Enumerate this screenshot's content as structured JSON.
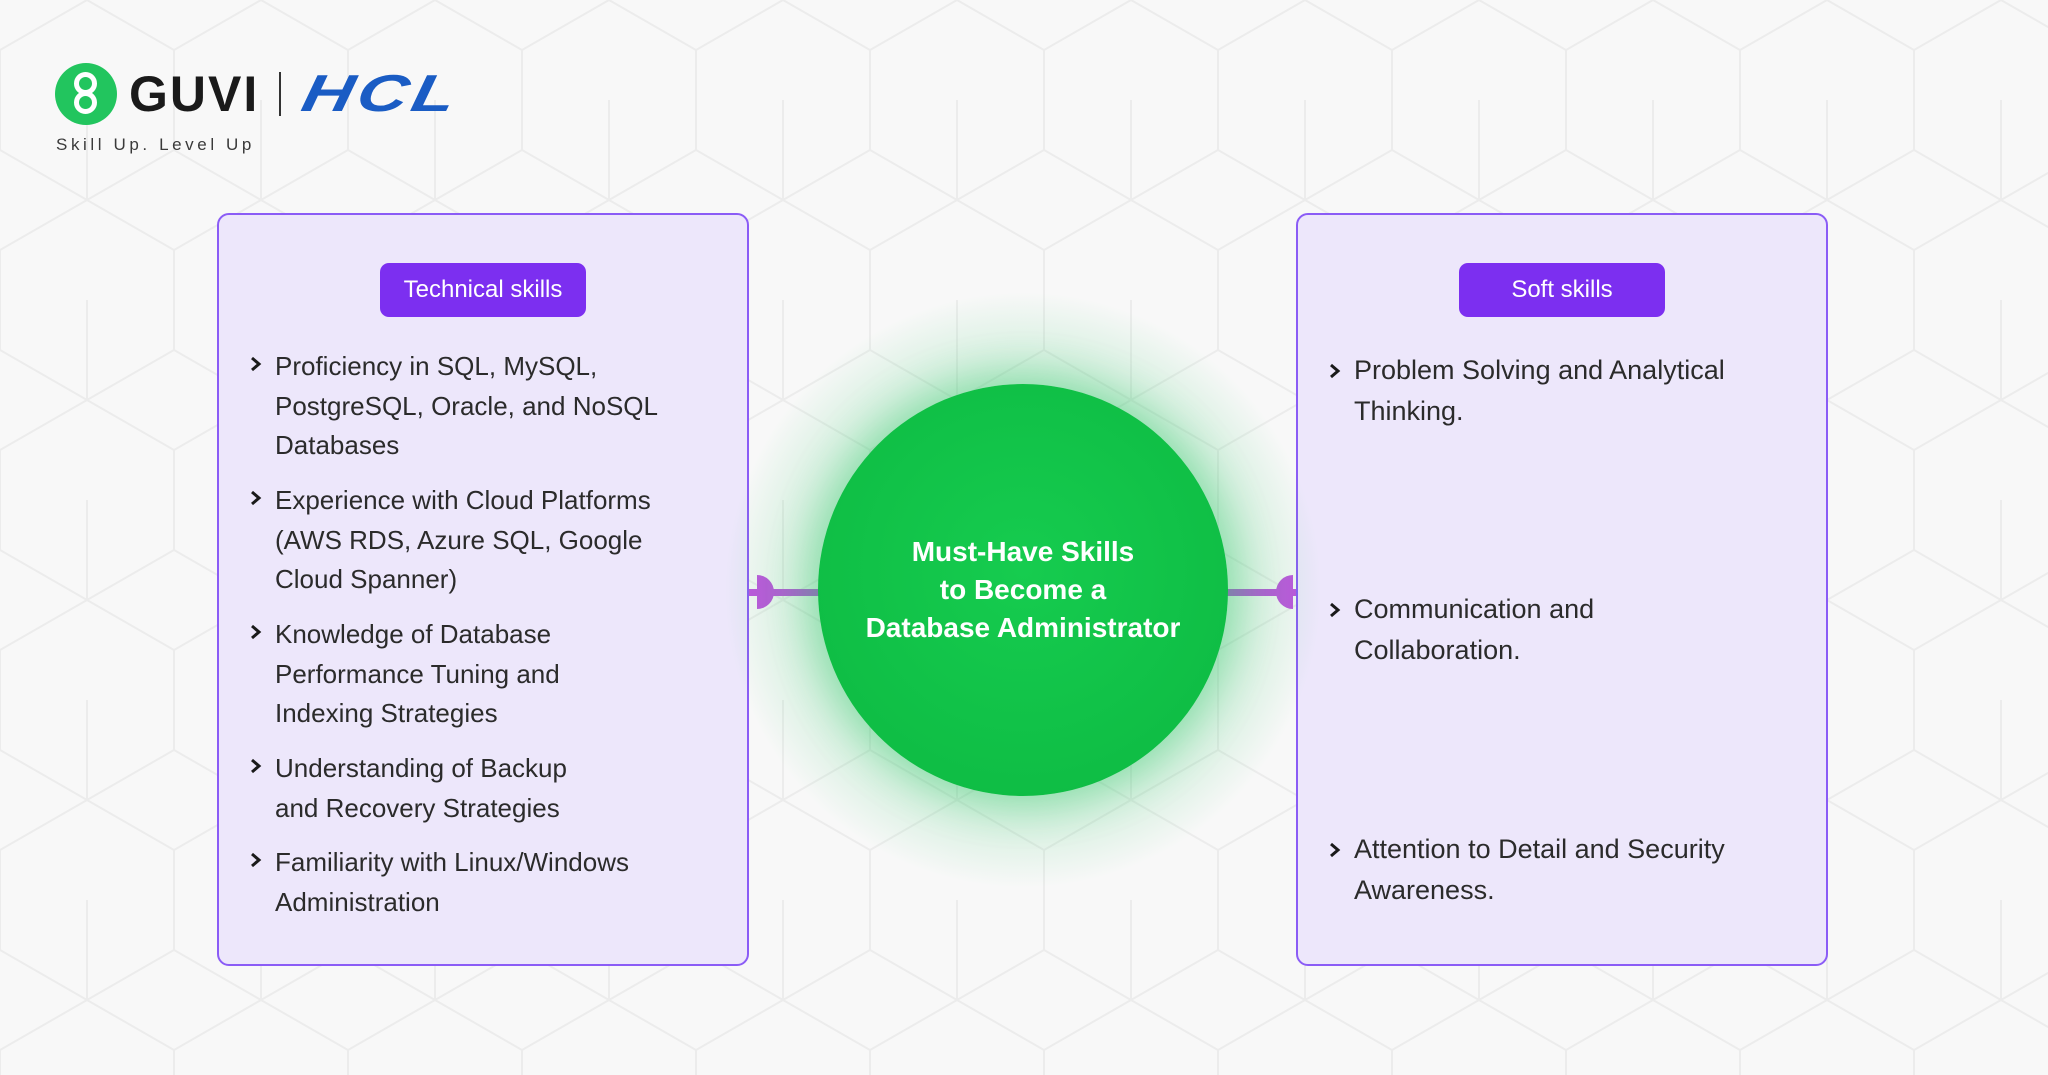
{
  "brand": {
    "primary_logo_text": "GUVI",
    "partner_logo_text": "HCL",
    "tagline": "Skill Up. Level Up"
  },
  "center": {
    "title_lines": [
      "Must-Have Skills",
      "to Become a",
      "Database Administrator"
    ]
  },
  "technical": {
    "heading": "Technical skills",
    "items": [
      {
        "lines": [
          "Proficiency in SQL, MySQL,",
          "PostgreSQL, Oracle, and NoSQL",
          "Databases"
        ]
      },
      {
        "lines": [
          "Experience with Cloud Platforms",
          "(AWS RDS, Azure SQL, Google",
          "Cloud Spanner)"
        ]
      },
      {
        "lines": [
          "Knowledge of Database",
          "Performance Tuning and",
          "Indexing Strategies"
        ]
      },
      {
        "lines": [
          "Understanding of Backup",
          "and Recovery Strategies"
        ]
      },
      {
        "lines": [
          "Familiarity with Linux/Windows",
          "Administration"
        ]
      }
    ]
  },
  "soft": {
    "heading": "Soft skills",
    "items": [
      {
        "lines": [
          "Problem Solving and Analytical",
          "Thinking."
        ]
      },
      {
        "lines": [
          "Communication and",
          "Collaboration."
        ]
      },
      {
        "lines": [
          "Attention to Detail and Security",
          "Awareness."
        ]
      }
    ]
  },
  "colors": {
    "panel_fill": "#ede7fb",
    "panel_border": "#8b5cf6",
    "badge": "#7c2ff0",
    "hub": "#10c247",
    "connector": "#c154e0",
    "guvi_green": "#22c55e",
    "hcl_blue": "#1a5cc4"
  },
  "icons": {
    "bullet": "chevron-right-icon",
    "logo": "guvi-logo-icon"
  }
}
